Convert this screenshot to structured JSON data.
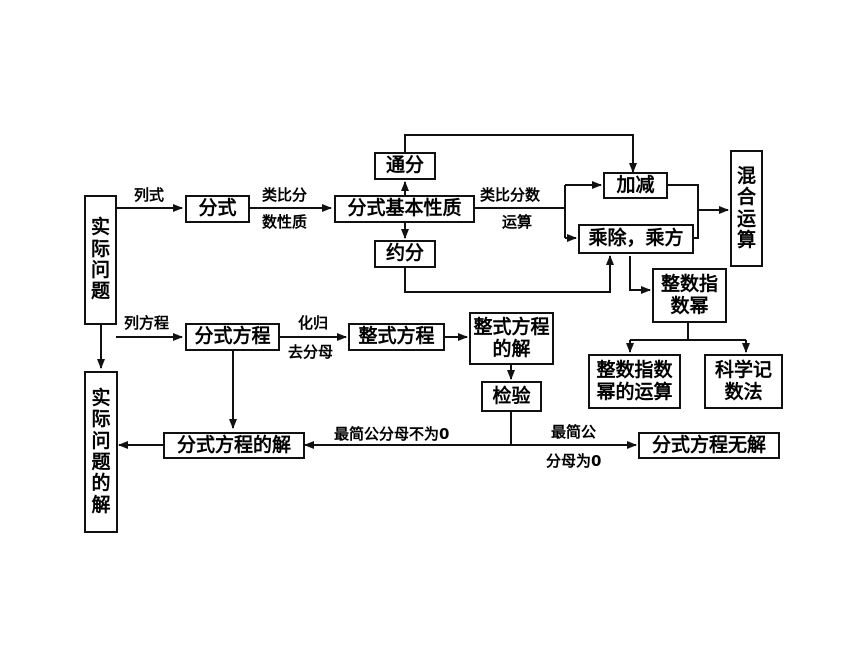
{
  "nodes": {
    "shiji_wenti": "实际问题",
    "fenshi": "分式",
    "fenshi_jiben_xingzhi": "分式基本性质",
    "tongfen": "通分",
    "yuefen": "约分",
    "jiajian": "加减",
    "chengchu_chengfang": "乘除，乘方",
    "hunhe_yunsuan": "混合运算",
    "zhengshu_zhishu_mi": "整数指数幂",
    "zhengshu_zhishu_mi_yunsuan": "整数指数幂的运算",
    "kexue_jishufa": "科学记数法",
    "fenshi_fangcheng": "分式方程",
    "zhengshi_fangcheng": "整式方程",
    "zhengshi_fangcheng_de_jie": "整式方程的解",
    "jianyan": "检验",
    "fenshi_fangcheng_de_jie": "分式方程的解",
    "fenshi_fangcheng_wujie": "分式方程无解",
    "shiji_wenti_de_jie": "实际问题的解"
  },
  "edge_labels": {
    "lieshi": "列式",
    "leibi_fenshu_xingzhi_1": "类比分",
    "leibi_fenshu_xingzhi_2": "数性质",
    "leibi_fenshu_yunsuan_1": "类比分数",
    "leibi_fenshu_yunsuan_2": "运算",
    "lie_fangcheng": "列方程",
    "huagui": "化归",
    "qu_fenmu": "去分母",
    "fenmu_buwei0": "最简公分母不为0",
    "fenmu_wei0_1": "最简公",
    "fenmu_wei0_2": "分母为0"
  }
}
